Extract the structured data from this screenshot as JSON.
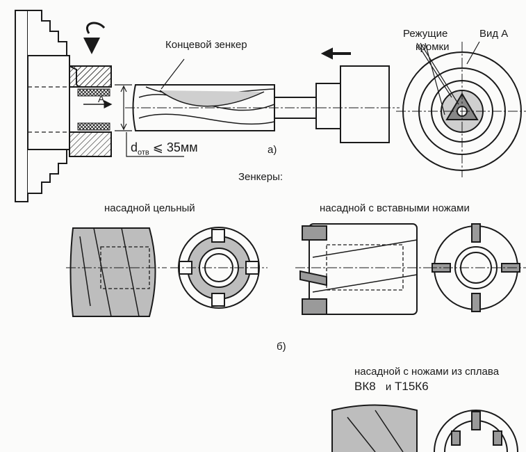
{
  "labels": {
    "end_countersink": "Концевой зенкер",
    "cutting_edges_line1": "Режущие",
    "cutting_edges_line2": "кромки",
    "view_a": "Вид А",
    "arrow_a": "A",
    "diameter_symbol": "d",
    "diameter_subscript": "отв",
    "diameter_condition": "⩽ 35мм",
    "fig_a": "а)",
    "countersinks_title": "Зенкеры:",
    "solid_shell": "насадной цельный",
    "shell_inserted_blades": "насадной с вставными ножами",
    "fig_b": "б)",
    "shell_alloy_blades_line1": "насадной с ножами из сплава",
    "alloy_1": "ВК8",
    "alloy_conj": "и",
    "alloy_2": "Т15К6"
  },
  "colors": {
    "ink": "#1a1a1a",
    "shade": "#9a9a9a",
    "paper": "#fbfbfa"
  }
}
